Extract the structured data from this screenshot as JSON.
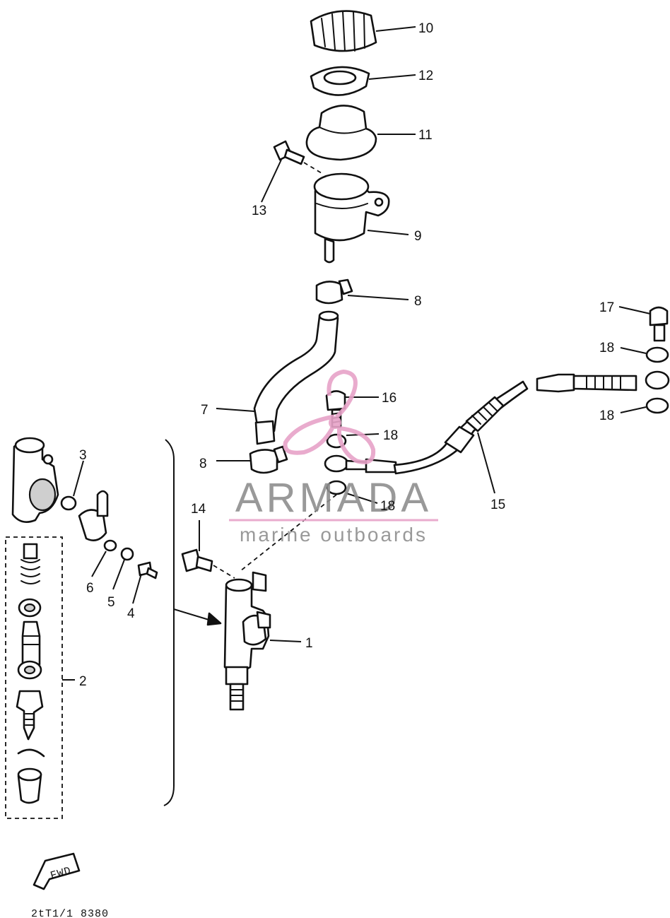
{
  "watermark": {
    "brand": "ARMADA",
    "tagline": "marine outboards",
    "brand_color": "#8f8f8f",
    "logo_color": "#e7a3c8"
  },
  "callouts": {
    "p1": "1",
    "p2": "2",
    "p3": "3",
    "p4": "4",
    "p5": "5",
    "p6": "6",
    "p7": "7",
    "p8a": "8",
    "p8b": "8",
    "p9": "9",
    "p10": "10",
    "p11": "11",
    "p12": "12",
    "p13": "13",
    "p14": "14",
    "p15": "15",
    "p16": "16",
    "p17": "17",
    "p18a": "18",
    "p18b": "18",
    "p18c": "18",
    "p18d": "18"
  },
  "fwd_label": "FWD",
  "drawing_code": "2tT1/1 8380"
}
